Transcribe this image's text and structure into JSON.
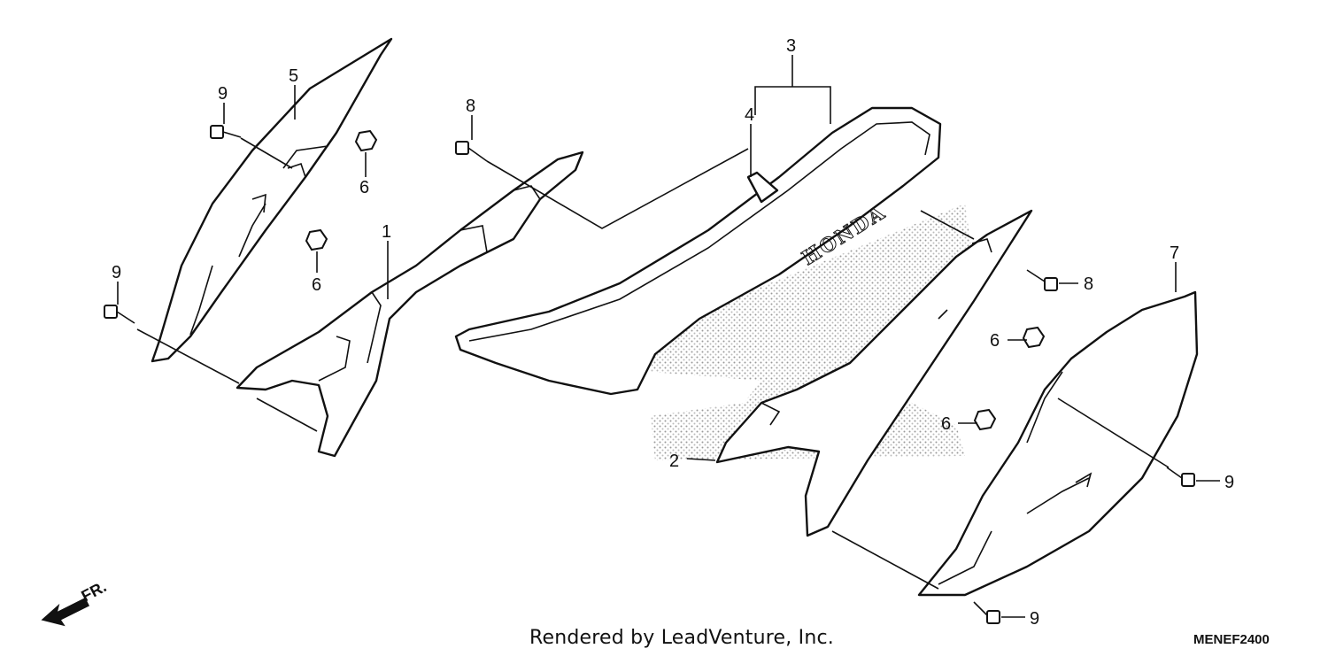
{
  "diagram": {
    "callouts": [
      {
        "id": "c1",
        "label": "1"
      },
      {
        "id": "c2",
        "label": "2"
      },
      {
        "id": "c3",
        "label": "3"
      },
      {
        "id": "c4",
        "label": "4"
      },
      {
        "id": "c5",
        "label": "5"
      },
      {
        "id": "c6a",
        "label": "6"
      },
      {
        "id": "c6b",
        "label": "6"
      },
      {
        "id": "c6c",
        "label": "6"
      },
      {
        "id": "c6d",
        "label": "6"
      },
      {
        "id": "c7",
        "label": "7"
      },
      {
        "id": "c8a",
        "label": "8"
      },
      {
        "id": "c8b",
        "label": "8"
      },
      {
        "id": "c9a",
        "label": "9"
      },
      {
        "id": "c9b",
        "label": "9"
      },
      {
        "id": "c9c",
        "label": "9"
      },
      {
        "id": "c9d",
        "label": "9"
      }
    ],
    "direction_label": "FR.",
    "seat_brand": "HONDA",
    "credit": "Rendered by LeadVenture, Inc.",
    "diagram_code": "MENEF2400"
  }
}
